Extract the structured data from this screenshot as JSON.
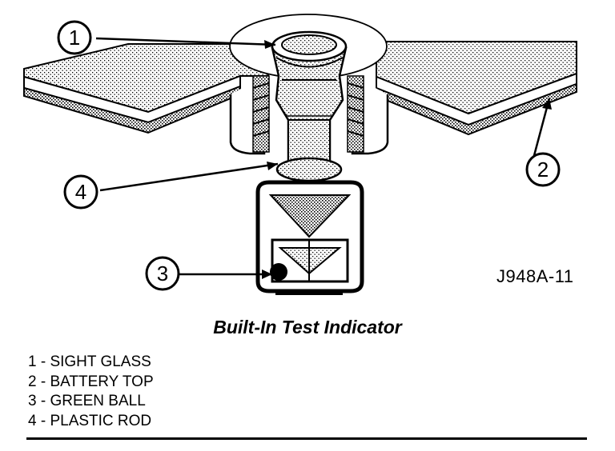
{
  "figure": {
    "id_label": "J948A-11",
    "title": "Built-In Test Indicator",
    "callouts": [
      "1",
      "2",
      "3",
      "4"
    ],
    "legend": [
      "1 - SIGHT GLASS",
      "2 - BATTERY TOP",
      "3 - GREEN BALL",
      "4 - PLASTIC ROD"
    ]
  }
}
